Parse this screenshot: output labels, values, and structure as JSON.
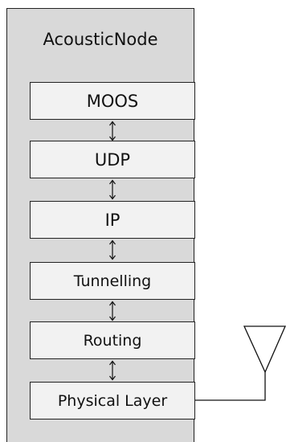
{
  "node": {
    "title": "AcousticNode"
  },
  "layers": [
    {
      "label": "MOOS"
    },
    {
      "label": "UDP"
    },
    {
      "label": "IP"
    },
    {
      "label": "Tunnelling"
    },
    {
      "label": "Routing"
    },
    {
      "label": "Physical Layer"
    }
  ],
  "icons": {
    "link_arrow": "double-headed-vertical-arrow",
    "antenna": "antenna-icon"
  }
}
